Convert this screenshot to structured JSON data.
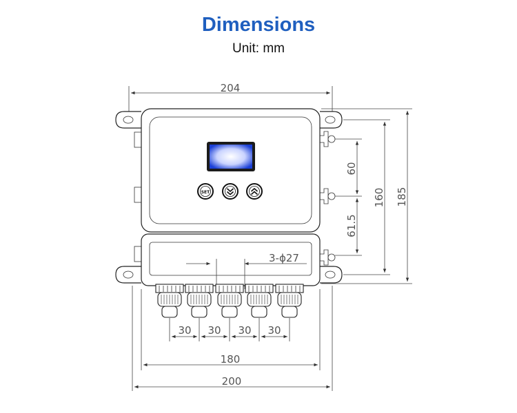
{
  "header": {
    "title": "Dimensions",
    "unit": "Unit: mm"
  },
  "dims": {
    "top_width": "204",
    "bottom_outer": "200",
    "bottom_inner": "180",
    "pitch": [
      "30",
      "30",
      "30",
      "30"
    ],
    "hole_spacing": "60",
    "lower_offset": "61.5",
    "mid_height": "160",
    "total_height": "185",
    "gland_callout": "3-ϕ27"
  },
  "buttons": {
    "set_label": "SET"
  },
  "colors": {
    "title": "#1f5fbf",
    "screen_center": "#ffffff",
    "screen_edge": "#1a3fd6"
  }
}
